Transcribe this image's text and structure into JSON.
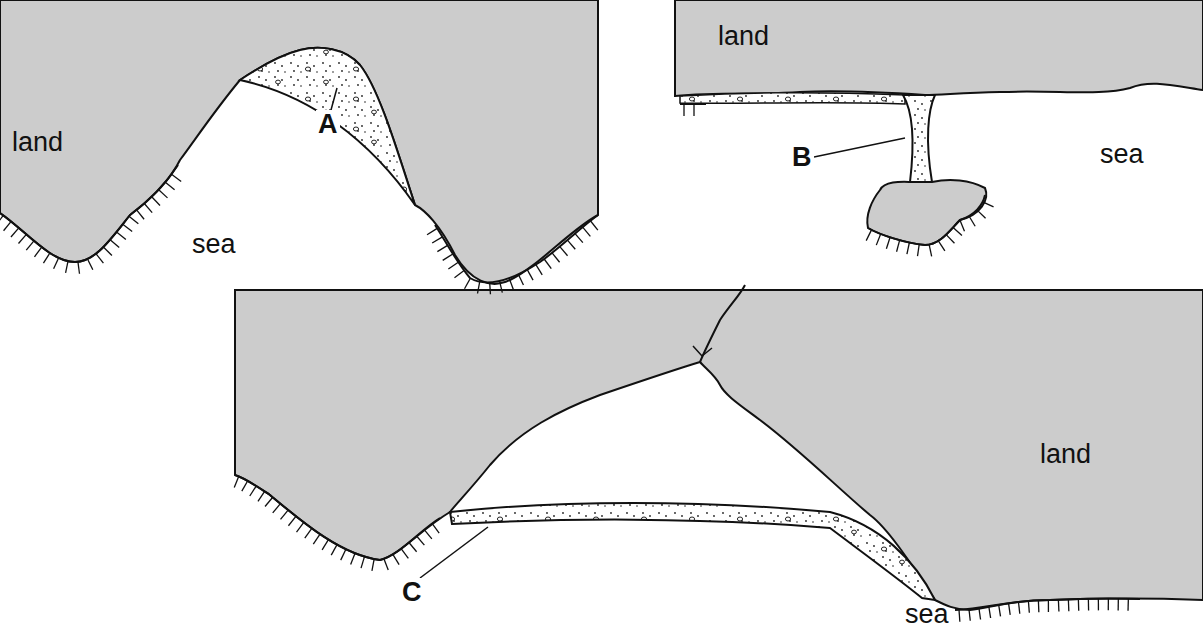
{
  "diagram": {
    "labels": [
      "land",
      "sea",
      "A",
      "land",
      "sea",
      "B",
      "land",
      "C",
      "sea"
    ]
  }
}
